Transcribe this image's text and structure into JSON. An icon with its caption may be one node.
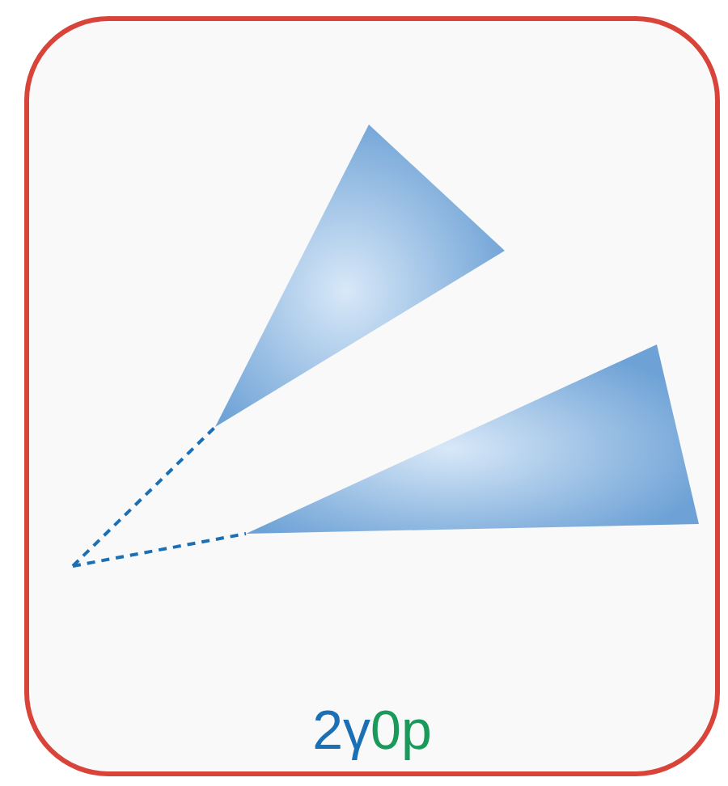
{
  "diagram": {
    "nodes": [
      {
        "text": [
          "2γ",
          "0p"
        ]
      },
      {
        "text": [],
        "shape": "triangle",
        "in": 0
      },
      {
        "text": [],
        "shape": "triangle",
        "in": 0
      }
    ],
    "edges": [
      {
        "from": null,
        "to": 1,
        "arrow": "none",
        "style": "dashed"
      },
      {
        "from": null,
        "to": 2,
        "arrow": "none",
        "style": "dashed"
      }
    ]
  }
}
